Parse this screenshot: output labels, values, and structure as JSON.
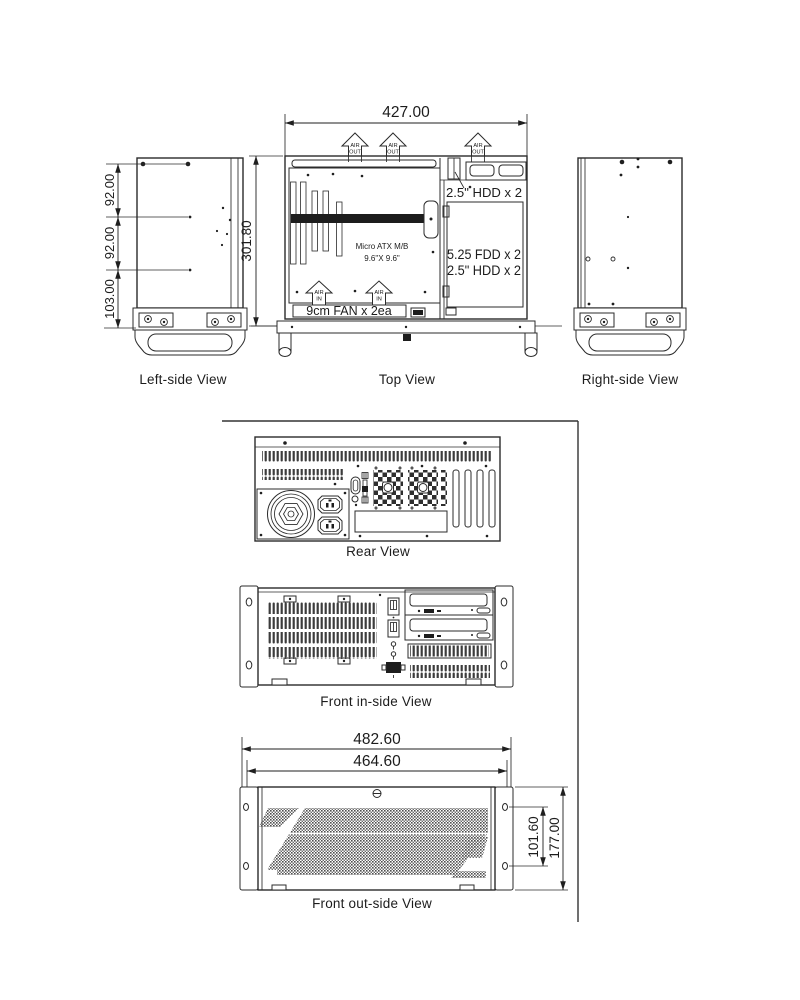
{
  "views": {
    "left_side": {
      "label": "Left-side View",
      "dims": [
        "92.00",
        "92.00",
        "103.00"
      ]
    },
    "top": {
      "label": "Top View",
      "dim_width": "427.00",
      "dim_depth": "301.80",
      "air_out": {
        "line1": "AIR",
        "line2": "OUT"
      },
      "air_in": {
        "line1": "AIR",
        "line2": "IN"
      },
      "hdd_top_label": "2.5\" HDD x 2",
      "bay_label_1": "5.25 FDD x 2",
      "bay_label_2": "2.5\" HDD x 2",
      "fan_label": "9cm FAN x 2ea",
      "mb_label_1": "Micro ATX M/B",
      "mb_label_2": "9.6\"X 9.6\""
    },
    "right_side": {
      "label": "Right-side View"
    },
    "rear": {
      "label": "Rear View"
    },
    "front_inside": {
      "label": "Front in-side View"
    },
    "front_outside": {
      "label": "Front out-side View",
      "dim_outer_width": "482.60",
      "dim_inner_width": "464.60",
      "dim_hole_pitch": "101.60",
      "dim_height": "177.00"
    }
  }
}
